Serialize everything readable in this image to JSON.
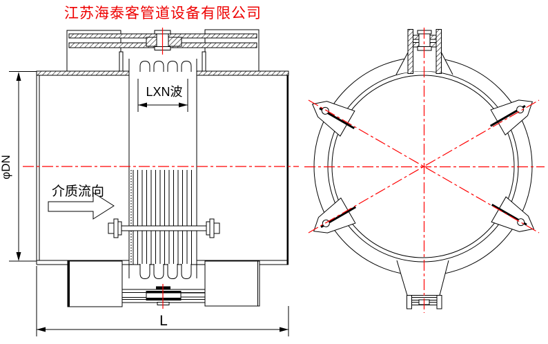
{
  "title": {
    "text": "江苏海泰客管道设备有限公司",
    "color": "#ee0000"
  },
  "views": {
    "side": {
      "labels": {
        "bellows_count": "LXN波",
        "flow_direction": "介质流向",
        "nominal_diameter": "φDN",
        "overall_length": "L"
      }
    },
    "end": {}
  },
  "colors": {
    "outline": "#000000",
    "centerline": "#ff0000",
    "background": "#ffffff"
  }
}
